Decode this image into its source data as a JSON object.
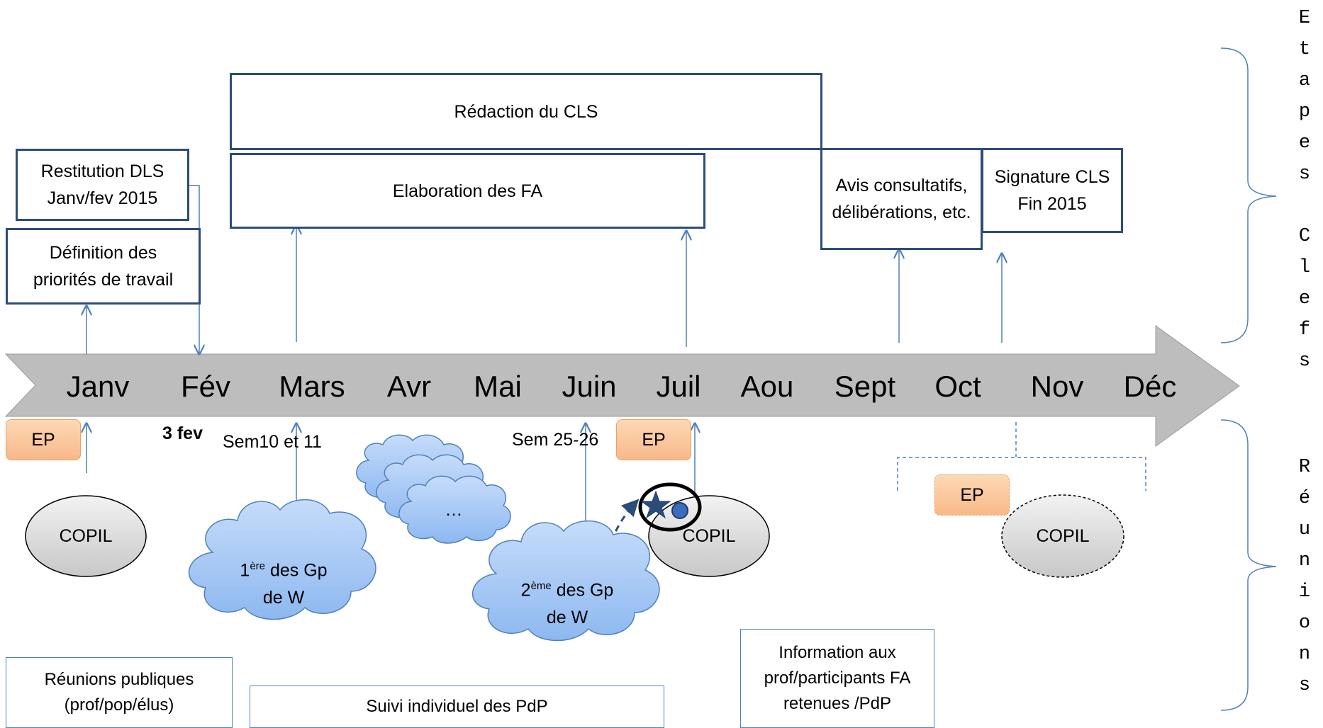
{
  "months": [
    "Janv",
    "Fév",
    "Mars",
    "Avr",
    "Mai",
    "Juin",
    "Juil",
    "Aou",
    "Sept",
    "Oct",
    "Nov",
    "Déc"
  ],
  "top_boxes": {
    "restitution": "Restitution DLS Janv/fev 2015",
    "definition": "Définition des priorités de travail",
    "redaction": "Rédaction du CLS",
    "elaboration": "Elaboration des FA",
    "avis": "Avis consultatifs, délibérations, etc.",
    "signature": "Signature CLS Fin 2015"
  },
  "annotations": {
    "feb3": "3 fev",
    "sem1011": "Sem10 et 11",
    "sem2526": "Sem 25-26"
  },
  "meetings": {
    "ep": "EP",
    "copil": "COPIL",
    "gp1_line1_num": "1",
    "gp1_line1_sup": "ère",
    "gp1_line1_rest": " des Gp",
    "gp1_line2": "de W",
    "gp2_line1_num": "2",
    "gp2_line1_sup": "ème",
    "gp2_line1_rest": " des Gp",
    "gp2_line2": "de W",
    "ellipsis": "…"
  },
  "bottom_boxes": {
    "reunions": "Réunions publiques (prof/pop/élus)",
    "suivi": "Suivi individuel des PdP",
    "information": "Information aux prof/participants FA retenues /PdP"
  },
  "side_labels": {
    "etapes_clefs": "Etapes Clefs",
    "reunions": "Réunions"
  },
  "colors": {
    "box_border": "#2c4d7a",
    "arrow_line": "#4f81bd",
    "timeline": "#bfbfbf",
    "ep_fill": "#f8b88a",
    "cloud_fill": "#9ec3f5"
  }
}
